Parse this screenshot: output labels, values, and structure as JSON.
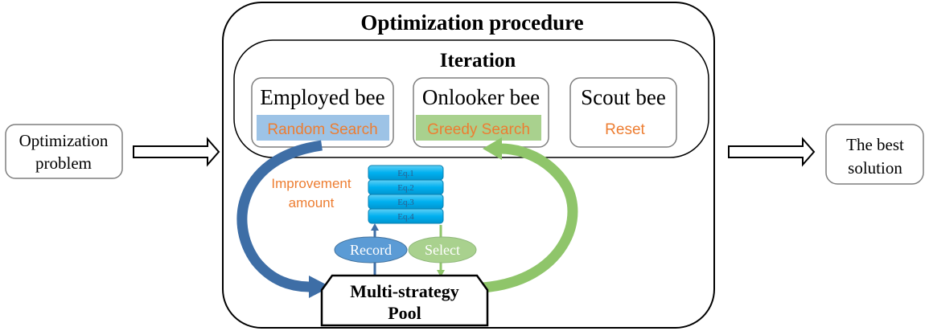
{
  "input": {
    "line1": "Optimization",
    "line2": "problem"
  },
  "output": {
    "line1": "The best",
    "line2": "solution"
  },
  "procedure": {
    "title": "Optimization procedure"
  },
  "iteration": {
    "title": "Iteration",
    "employed": {
      "title": "Employed bee",
      "action": "Random Search"
    },
    "onlooker": {
      "title": "Onlooker bee",
      "action": "Greedy Search"
    },
    "scout": {
      "title": "Scout bee",
      "action": "Reset"
    }
  },
  "improvement": {
    "line1": "Improvement",
    "line2": "amount"
  },
  "equations": [
    "Eq.1",
    "Eq.2",
    "Eq.3",
    "Eq.4"
  ],
  "record_label": "Record",
  "select_label": "Select",
  "pool": {
    "line1": "Multi-strategy",
    "line2": "Pool"
  },
  "colors": {
    "accent_orange": "#ED7D31",
    "blue_arrow": "#3E6EA6",
    "green_arrow": "#8FC56A",
    "random_search_bg": "#9DC3E6",
    "greedy_search_bg": "#A9D18E",
    "stack_cyan": "#00B0F0",
    "record_bg": "#5B9BD5",
    "select_bg": "#A9D18E"
  }
}
